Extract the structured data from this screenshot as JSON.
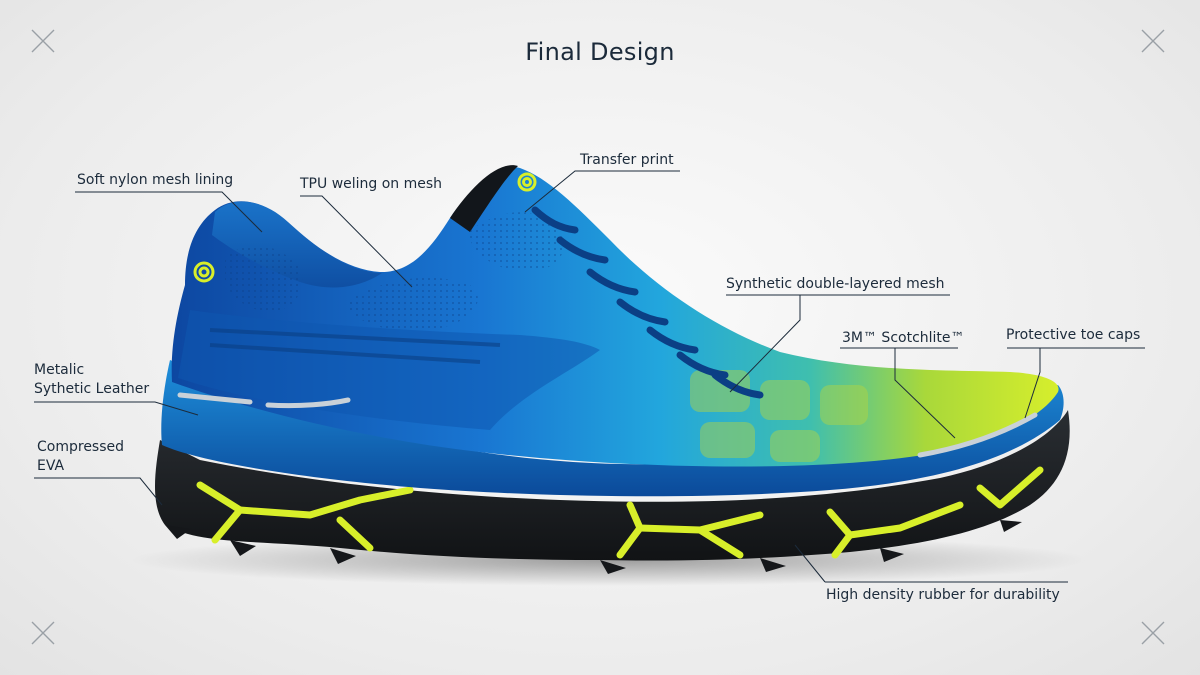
{
  "title": "Final Design",
  "labels": {
    "soft_nylon": "Soft nylon mesh lining",
    "tpu": "TPU weling on mesh",
    "transfer_print": "Transfer print",
    "synthetic_mesh": "Synthetic double-layered mesh",
    "scotchlite": "3M™ Scotchlite™",
    "toe_caps": "Protective toe caps",
    "metalic_line1": "Metalic",
    "metalic_line2": "Sythetic Leather",
    "eva_line1": "Compressed",
    "eva_line2": "EVA",
    "rubber": "High density rubber for durability"
  },
  "colors": {
    "upper_blue": "#1565c0",
    "upper_cyan": "#1fa8e0",
    "accent_yellow": "#d8ef2a",
    "sole_black": "#1c1f22",
    "leader_line": "#1c2b3b"
  },
  "icons": [
    "close-x-icon"
  ]
}
